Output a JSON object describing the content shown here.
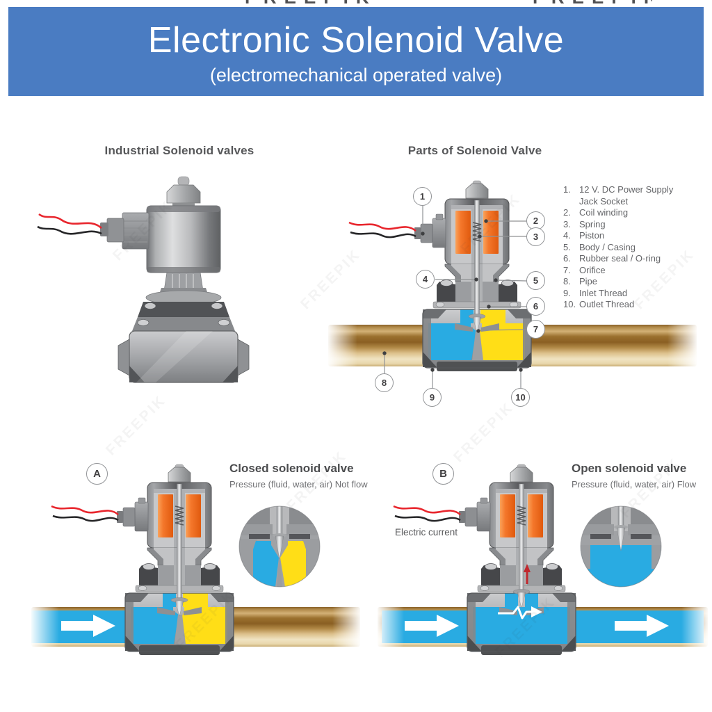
{
  "header": {
    "title": "Electronic Solenoid Valve",
    "subtitle": "(electromechanical operated valve)"
  },
  "watermark": {
    "text": "FREEPIK"
  },
  "colors": {
    "banner": "#4a7cc2",
    "blue": "#29abe2",
    "yellow": "#ffde17",
    "orange": "#f4762b",
    "wire-red": "#e8262d",
    "ink": "#414042",
    "heading": "#565759",
    "muted": "#6d6e71"
  },
  "industrial": {
    "heading": "Industrial Solenoid valves"
  },
  "parts": {
    "heading": "Parts of Solenoid Valve",
    "callouts": [
      "1",
      "2",
      "3",
      "4",
      "5",
      "6",
      "7",
      "8",
      "9",
      "10"
    ],
    "list": [
      {
        "num": "1.",
        "label": "12 V. DC Power Supply Jack Socket"
      },
      {
        "num": "2.",
        "label": "Coil winding"
      },
      {
        "num": "3.",
        "label": "Spring"
      },
      {
        "num": "4.",
        "label": "Piston"
      },
      {
        "num": "5.",
        "label": "Body / Casing"
      },
      {
        "num": "6.",
        "label": "Rubber seal / O-ring"
      },
      {
        "num": "7.",
        "label": "Orifice"
      },
      {
        "num": "8.",
        "label": "Pipe"
      },
      {
        "num": "9.",
        "label": "Inlet Thread"
      },
      {
        "num": "10.",
        "label": "Outlet Thread"
      }
    ]
  },
  "closed": {
    "badge": "A",
    "heading": "Closed solenoid valve",
    "subheading": "Pressure (fluid, water, air) Not flow"
  },
  "open": {
    "badge": "B",
    "heading": "Open solenoid valve",
    "subheading": "Pressure (fluid, water, air) Flow",
    "wire_label": "Electric current"
  }
}
